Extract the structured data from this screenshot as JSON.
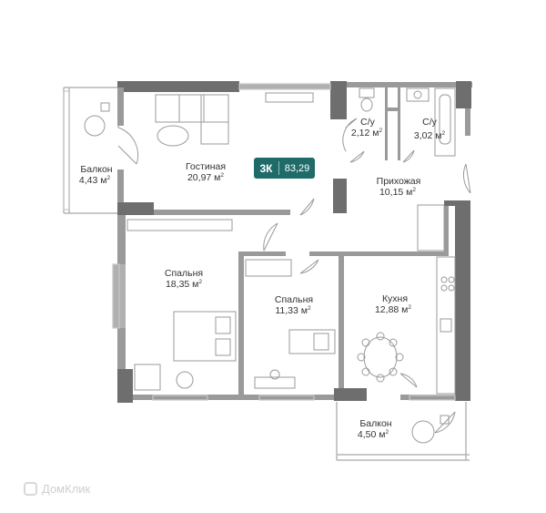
{
  "apartment": {
    "rooms_label": "3К",
    "total_area": "83,29"
  },
  "rooms": {
    "balcony_left": {
      "name": "Балкон",
      "area": "4,43 м"
    },
    "living": {
      "name": "Гостиная",
      "area": "20,97 м"
    },
    "wc1": {
      "name": "С/у",
      "area": "2,12 м"
    },
    "wc2": {
      "name": "С/у",
      "area": "3,02 м"
    },
    "hall": {
      "name": "Прихожая",
      "area": "10,15 м"
    },
    "bedroom1": {
      "name": "Спальня",
      "area": "18,35 м"
    },
    "bedroom2": {
      "name": "Спальня",
      "area": "11,33 м"
    },
    "kitchen": {
      "name": "Кухня",
      "area": "12,88 м"
    },
    "balcony_bottom": {
      "name": "Балкон",
      "area": "4,50 м"
    }
  },
  "area_superscript": "2",
  "watermark": "ДомКлик",
  "colors": {
    "wall": "#6e6e6e",
    "wall_dark": "#555555",
    "badge": "#1f6b6a",
    "furniture": "#9a9a9a",
    "window": "#c9c9c9"
  }
}
